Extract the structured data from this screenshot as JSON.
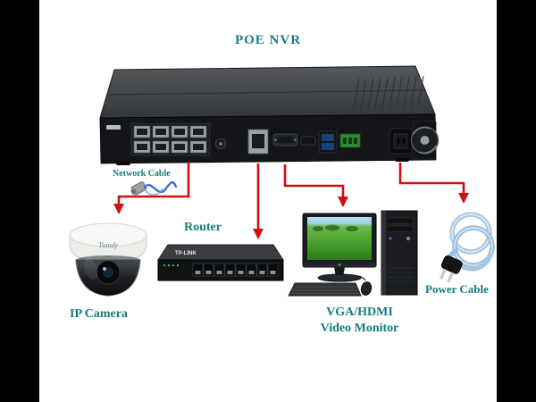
{
  "title": "POE NVR",
  "labels": {
    "network_cable": "Network Cable",
    "router": "Router",
    "ip_camera": "IP Camera",
    "monitor_line1": "VGA/HDMI",
    "monitor_line2": "Video Monitor",
    "power_cable": "Power Cable"
  },
  "devices": {
    "camera_brand": "Tiandy",
    "router_brand": "TP-LINK"
  },
  "colors": {
    "label_text": "#157c7c",
    "arrow": "#d01010",
    "background": "#ffffff",
    "letterbox": "#000000",
    "cable_blue": "#a9c6e2"
  }
}
